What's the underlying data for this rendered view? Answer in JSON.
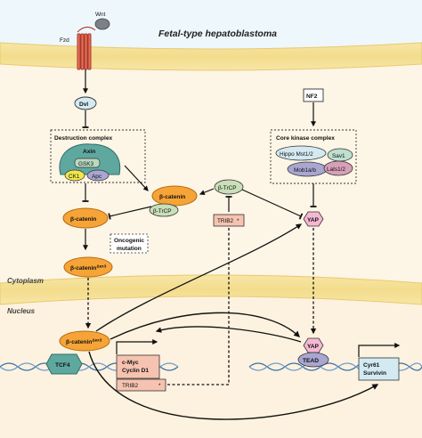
{
  "title": "Fetal-type hepatoblastoma",
  "regions": {
    "cytoplasm": "Cytoplasm",
    "nucleus": "Nucleus"
  },
  "receptor": {
    "ligand": "Wnt",
    "receptor": "Fzd",
    "adaptor": "Dvl"
  },
  "destruction_complex": {
    "title": "Destruction complex",
    "axin": "Axin",
    "gsk3": "GSK3",
    "ck1": "CK1",
    "apc": "Apc"
  },
  "beta_catenin": "β-catenin",
  "beta_trcp": "β-TrCP",
  "trib2": "TRIB2",
  "trib2_star": "*",
  "beta_catenin_mut": {
    "base": "β-catenin",
    "sup": "Δex3"
  },
  "oncogenic_mutation": {
    "line1": "Oncogenic",
    "line2": "mutation"
  },
  "hippo": {
    "nf2": "NF2",
    "title": "Core kinase complex",
    "hippo": "Hippo Mst1/2",
    "sav1": "Sav1",
    "mob": "Mob1a/b",
    "lats": "Lats1/2"
  },
  "yap": "YAP",
  "tead": "TEAD",
  "tcf4": "TCF4",
  "wnt_targets": {
    "line1": "c-Myc",
    "line2": "Cyclin D1"
  },
  "yap_targets": {
    "line1": "Cyr61",
    "line2": "Survivin"
  },
  "colors": {
    "membrane": "#f3df9c",
    "cytoplasm_bg": "#fdf4e2",
    "orange": "#f6a437",
    "teal": "#5fa8a0",
    "pink": "#f5b8d2",
    "lavender": "#a9a6d2",
    "pale_green": "#c9dfb8",
    "salmon": "#f6c3b0",
    "light_blue": "#d3eaf2",
    "purple_dark": "#8f7aa0"
  }
}
